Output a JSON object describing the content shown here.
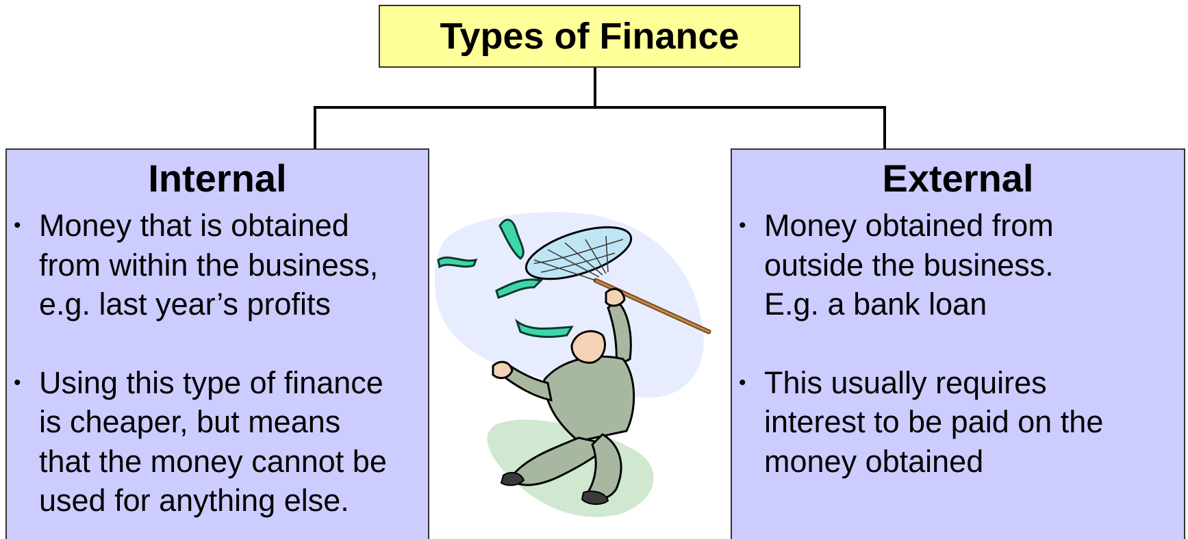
{
  "title": "Types of Finance",
  "left_panel": {
    "heading": "Internal",
    "bullets": [
      "Money that is obtained\nfrom within the business,\ne.g. last year’s profits",
      "Using this type of finance\nis cheaper, but means\nthat the money cannot be\nused for anything else."
    ]
  },
  "right_panel": {
    "heading": "External",
    "bullets": [
      "Money obtained from\noutside the business.\nE.g. a bank loan",
      "This usually requires\ninterest to be paid on the\nmoney obtained"
    ]
  },
  "illustration": {
    "icon": "businessman-catching-money-with-net-icon"
  },
  "colors": {
    "title_fill": "#ffff99",
    "panel_fill": "#ccccff",
    "border": "#333333",
    "money": "#3dd6a8"
  }
}
